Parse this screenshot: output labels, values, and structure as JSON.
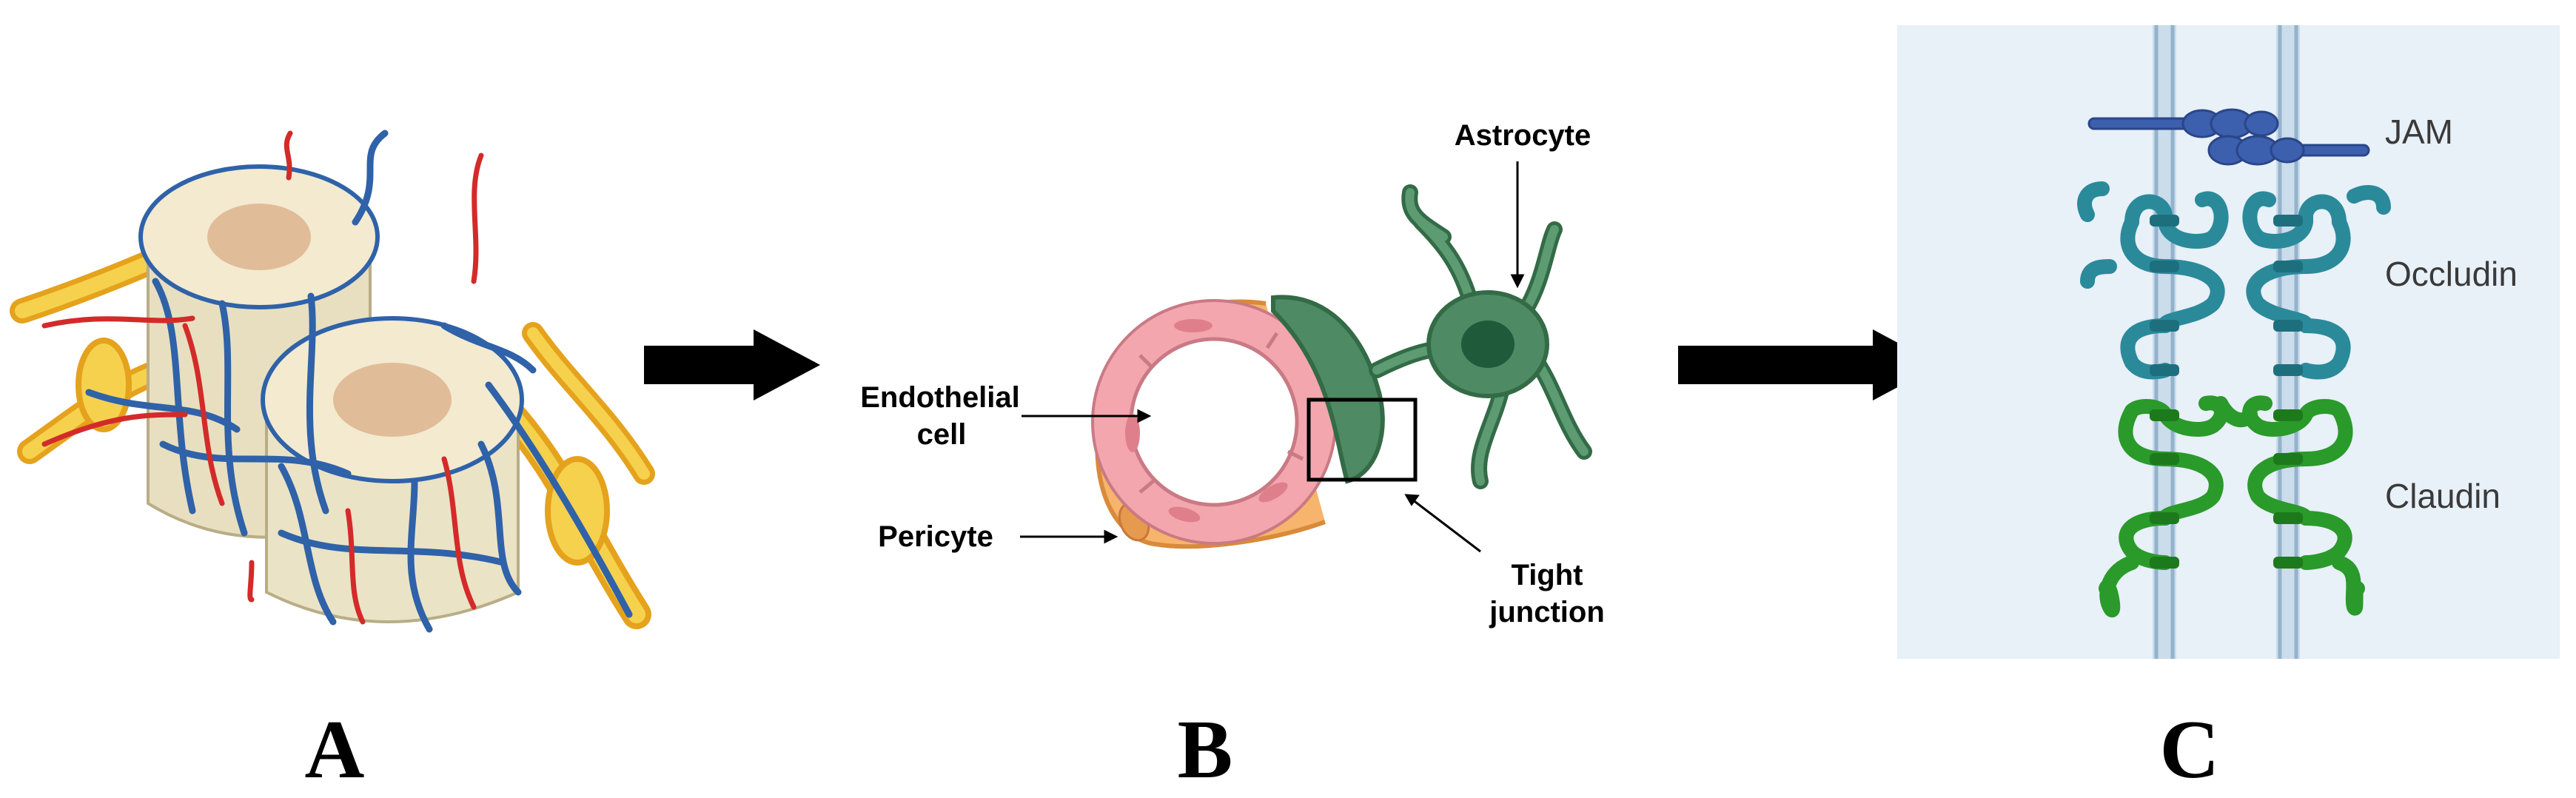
{
  "panels": {
    "a": {
      "letter": "A",
      "title": "Spinal cord segment with blood vessels and nerve roots"
    },
    "b": {
      "letter": "B",
      "labels": {
        "astrocyte": "Astrocyte",
        "endothelial_line1": "Endothelial",
        "endothelial_line2": "cell",
        "pericyte": "Pericyte",
        "tight_line1": "Tight",
        "tight_line2": "junction"
      }
    },
    "c": {
      "letter": "C",
      "labels": {
        "jam": "JAM",
        "occludin": "Occludin",
        "claudin": "Claudin"
      }
    }
  },
  "colors": {
    "arrow": "#000000",
    "vessel_red": "#d42a2a",
    "vessel_blue": "#2f62a8",
    "nerve_yellow": "#f2c22e",
    "cord_cream": "#f3ead0",
    "pericyte_orange": "#f6b46c",
    "endothelial_pink": "#f3a6ae",
    "astrocyte_green": "#4e8a63",
    "panel_c_bg": "#e8f0f8",
    "membrane": "#a9c3d9",
    "jam_blue": "#3c5fae",
    "occludin_teal": "#2a8a9a",
    "claudin_green": "#2a9a2a"
  }
}
